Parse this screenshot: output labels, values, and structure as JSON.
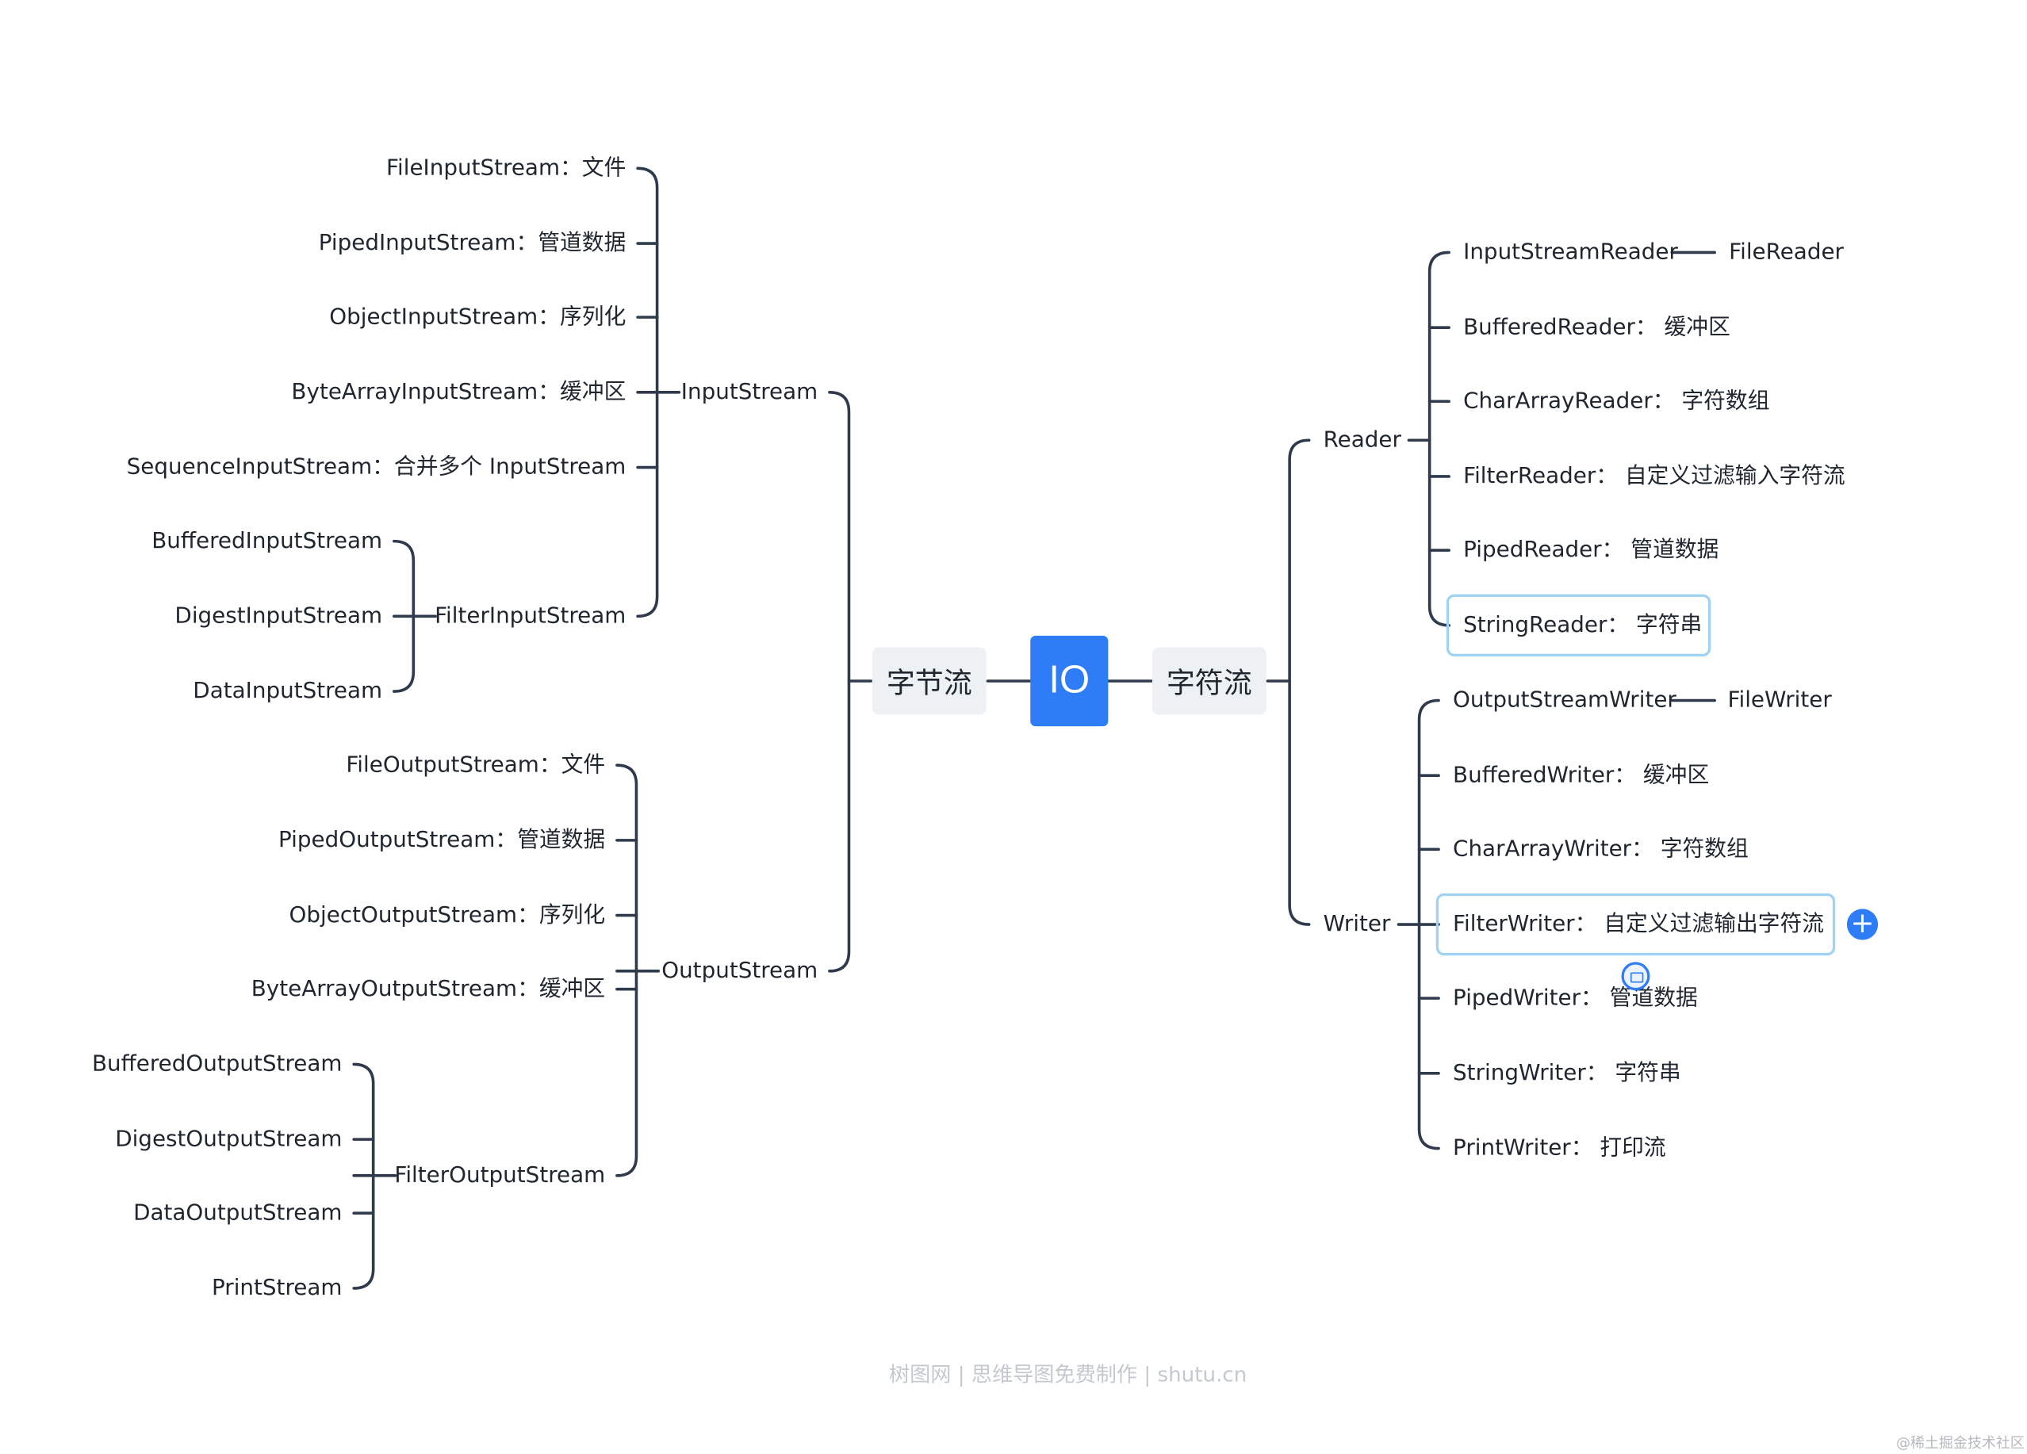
{
  "root": {
    "label": "IO"
  },
  "byte_stream": {
    "label": "字节流",
    "input": {
      "label": "InputStream",
      "items": [
        "FileInputStream：文件",
        "PipedInputStream：管道数据",
        "ObjectInputStream：序列化",
        "ByteArrayInputStream：缓冲区",
        "SequenceInputStream：合并多个 InputStream"
      ],
      "filter": {
        "label": "FilterInputStream",
        "items": [
          "BufferedInputStream",
          "DigestInputStream",
          "DataInputStream"
        ]
      }
    },
    "output": {
      "label": "OutputStream",
      "items": [
        "FileOutputStream：文件",
        "PipedOutputStream：管道数据",
        "ObjectOutputStream：序列化",
        "ByteArrayOutputStream：缓冲区"
      ],
      "filter": {
        "label": "FilterOutputStream",
        "items": [
          "BufferedOutputStream",
          "DigestOutputStream",
          "DataOutputStream",
          "PrintStream"
        ]
      }
    }
  },
  "char_stream": {
    "label": "字符流",
    "reader": {
      "label": "Reader",
      "items": [
        "InputStreamReader",
        "BufferedReader： 缓冲区",
        "CharArrayReader： 字符数组",
        "FilterReader： 自定义过滤输入字符流",
        "PipedReader： 管道数据",
        "StringReader： 字符串"
      ],
      "child": "FileReader"
    },
    "writer": {
      "label": "Writer",
      "items": [
        "OutputStreamWriter",
        "BufferedWriter： 缓冲区",
        "CharArrayWriter： 字符数组",
        "FilterWriter： 自定义过滤输出字符流",
        "PipedWriter： 管道数据",
        "StringWriter： 字符串",
        "PrintWriter： 打印流"
      ],
      "child": "FileWriter"
    }
  },
  "controls": {
    "add_symbol": "+"
  },
  "watermark": "树图网 | 思维导图免费制作 | shutu.cn",
  "corner_mark": "@稀土掘金技术社区",
  "colors": {
    "root": "#2e7cf6",
    "line": "#2f3b4c",
    "category_bg": "#eef1f4",
    "selection": "#9fd3f1"
  }
}
